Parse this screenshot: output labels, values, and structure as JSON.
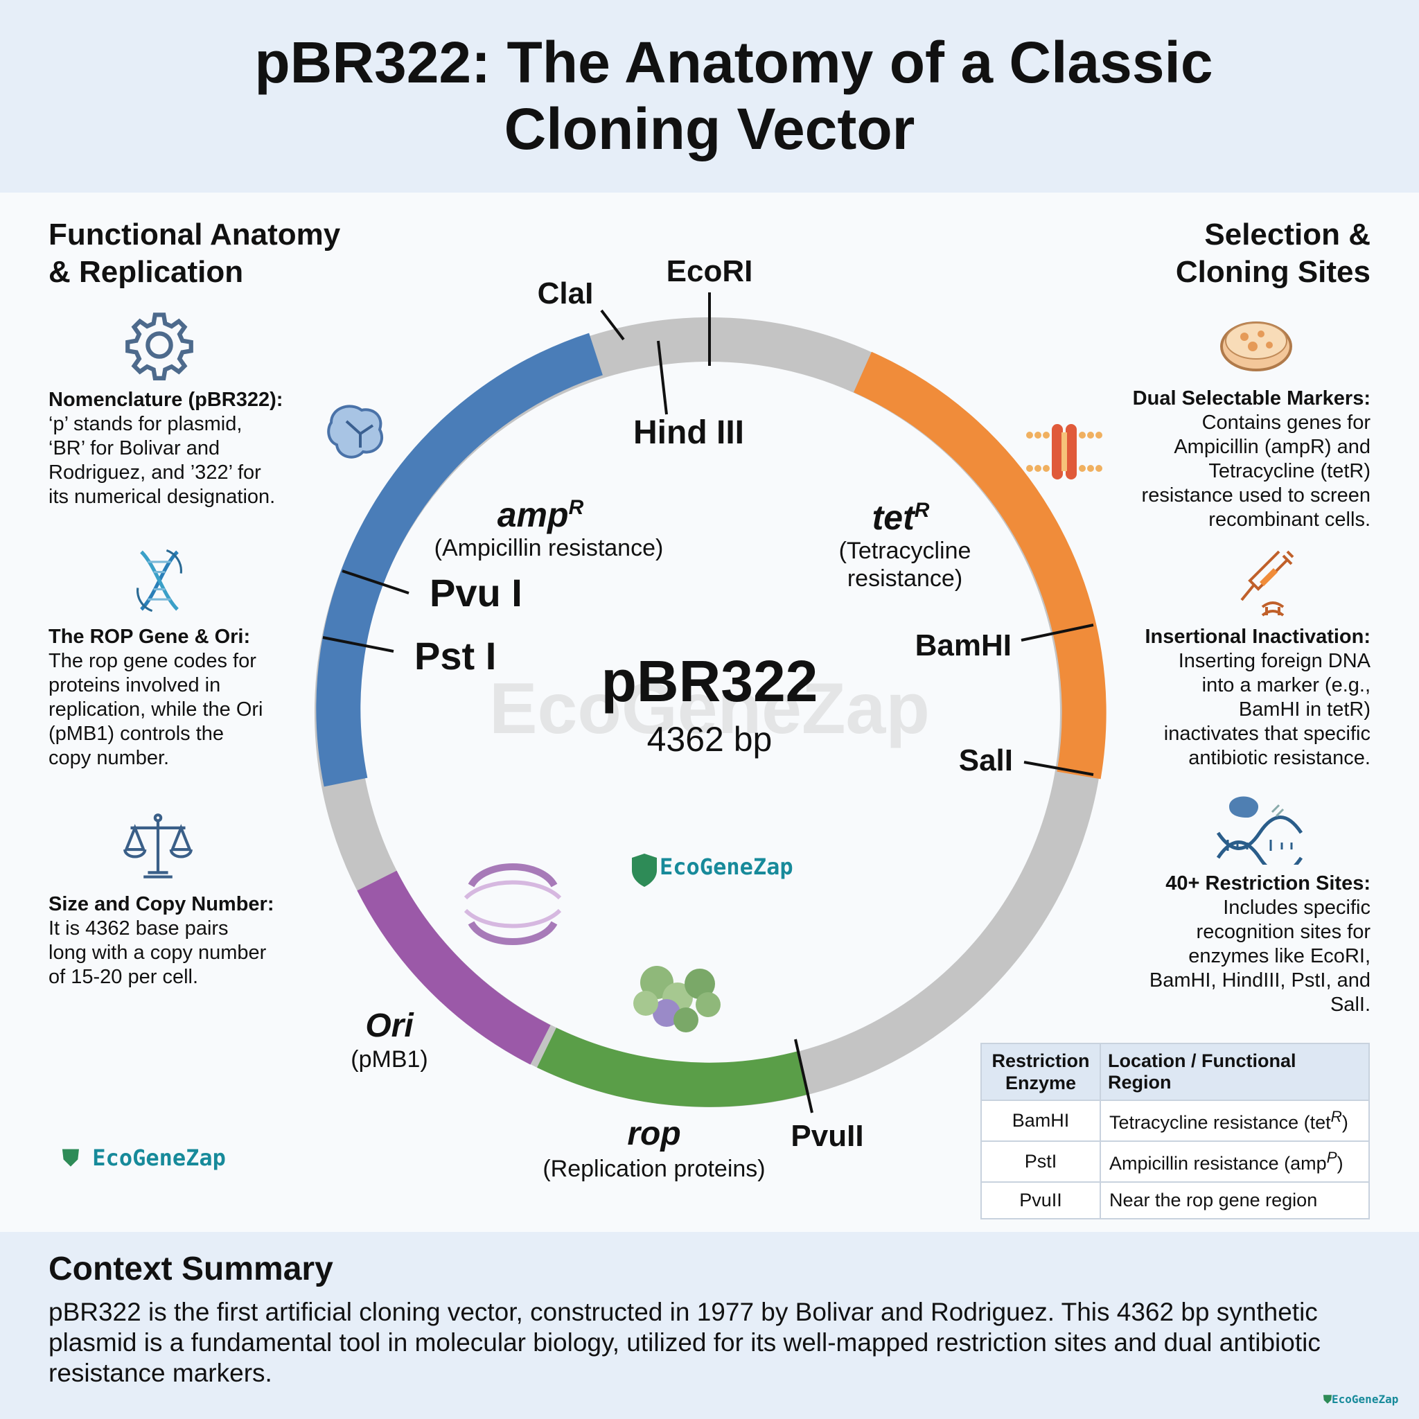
{
  "title": [
    "pBR322: The Anatomy of a Classic",
    "Cloning Vector"
  ],
  "left_heading": [
    "Functional Anatomy",
    "& Replication"
  ],
  "right_heading": [
    "Selection &",
    "Cloning Sites"
  ],
  "left_panels": [
    {
      "title": "Nomenclature (pBR322):",
      "lines": [
        "‘p’ stands for plasmid,",
        "‘BR’ for Bolivar and",
        "Rodriguez, and ’322’ for",
        "its numerical designation."
      ],
      "icon": "gear-icon"
    },
    {
      "title": "The ROP Gene & Ori:",
      "lines": [
        "The rop gene codes for",
        "proteins involved in",
        "replication, while the Ori",
        "(pMB1) controls the",
        "copy number."
      ],
      "icon": "dna-helix-icon"
    },
    {
      "title": "Size and Copy Number:",
      "lines": [
        "It is 4362 base pairs",
        "long with a copy number",
        "of 15-20 per cell."
      ],
      "icon": "balance-scale-icon"
    }
  ],
  "right_panels": [
    {
      "title": "Dual Selectable Markers:",
      "lines": [
        "Contains genes for",
        "Ampicillin (ampR) and",
        "Tetracycline (tetR)",
        "resistance used to screen",
        "recombinant cells."
      ],
      "icon": "petri-dish-icon"
    },
    {
      "title": "Insertional Inactivation:",
      "lines": [
        "Inserting foreign DNA",
        "into a marker (e.g.,",
        "BamHI in tetR)",
        "inactivates that specific",
        "antibiotic resistance."
      ],
      "icon": "syringe-icon"
    },
    {
      "title": "40+ Restriction Sites:",
      "lines": [
        "Includes specific",
        "recognition sites for",
        "enzymes like EcoRI,",
        "BamHI, HindIII, PstI, and",
        "SalI."
      ],
      "icon": "restriction-enzyme-icon"
    }
  ],
  "plasmid": {
    "name": "pBR322",
    "size": "4362 bp",
    "watermark": "EcoGeneZap",
    "genes": {
      "amp": {
        "name": "amp",
        "sup": "R",
        "desc": "(Ampicillin resistance)",
        "color": "#4a7db8"
      },
      "tet": {
        "name": "tet",
        "sup": "R",
        "desc": [
          "(Tetracycline",
          "resistance)"
        ],
        "color": "#f08c3a"
      },
      "ori": {
        "name": "Ori",
        "desc": "(pMB1)",
        "color": "#9b59a8"
      },
      "rop": {
        "name": "rop",
        "desc": "(Replication proteins)",
        "color": "#5a9e48"
      }
    },
    "backbone_color": "#c4c4c4",
    "sites": [
      "ClaI",
      "EcoRI",
      "Hind III",
      "Pvu I",
      "Pst I",
      "BamHI",
      "SalI",
      "PvuII"
    ]
  },
  "table": {
    "headers": [
      "Restriction Enzyme",
      "Location / Functional Region"
    ],
    "rows": [
      {
        "enzyme": "BamHI",
        "region": "Tetracycline resistance (tet",
        "sup": "R",
        "end": ")"
      },
      {
        "enzyme": "PstI",
        "region": "Ampicillin resistance (amp",
        "sup": "P",
        "end": ")"
      },
      {
        "enzyme": "PvuII",
        "region": "Near the rop gene region",
        "sup": "",
        "end": ""
      }
    ]
  },
  "summary": {
    "heading": "Context Summary",
    "lines": [
      "pBR322 is the first artificial cloning vector, constructed in 1977 by Bolivar and Rodriguez. This 4362 bp synthetic",
      "plasmid is a fundamental tool in molecular biology, utilized for its well-mapped restriction sites and dual antibiotic",
      "resistance markers."
    ]
  },
  "brand": "EcoGeneZap"
}
